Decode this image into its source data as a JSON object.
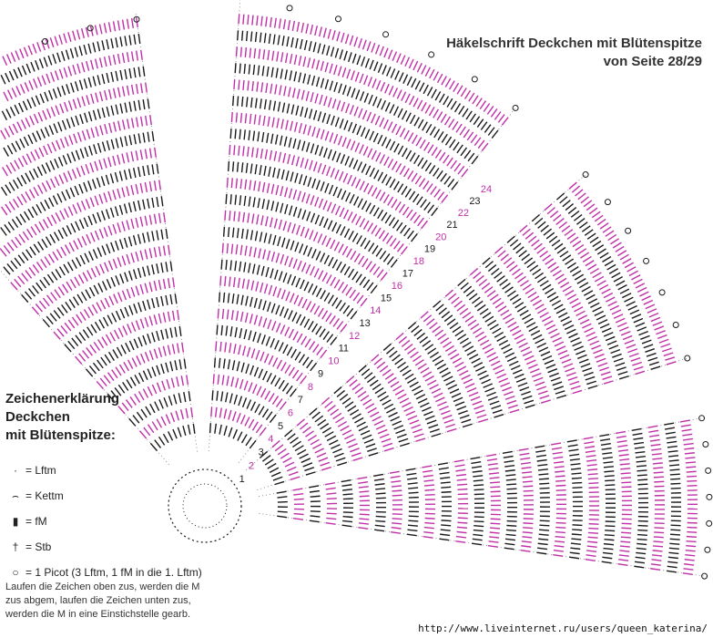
{
  "header": {
    "title_line1": "Häkelschrift Deckchen mit Blütenspitze",
    "title_line2": "von Seite 28/29"
  },
  "legend": {
    "title_line1": "Zeichenerklärung",
    "title_line2": "Deckchen",
    "title_line3": "mit Blütenspitze:",
    "items": [
      {
        "label": "= Lftm",
        "icon": "chain-dot-icon"
      },
      {
        "label": "= Kettm",
        "icon": "slip-stitch-arc-icon"
      },
      {
        "label": "= fM",
        "icon": "single-crochet-bar-icon"
      },
      {
        "label": "= Stb",
        "icon": "double-crochet-cross-icon"
      },
      {
        "label": "= 1 Picot (3 Lftm, 1 fM in die 1. Lftm)",
        "icon": "picot-ring-icon"
      }
    ]
  },
  "note": {
    "line1": "Laufen die Zeichen oben zus, werden die M",
    "line2": "zus abgem, laufen die Zeichen unten zus,",
    "line3": "werden die M in eine Einstichstelle gearb."
  },
  "round_numbers": [
    "1",
    "2",
    "3",
    "4",
    "5",
    "6",
    "7",
    "8",
    "9",
    "10",
    "11",
    "12",
    "13",
    "14",
    "15",
    "16",
    "17",
    "18",
    "19",
    "20",
    "21",
    "22",
    "23",
    "24"
  ],
  "colors": {
    "black_rounds": "#1a1a1a",
    "pink_rounds": "#c02fa8",
    "text": "#333333"
  },
  "watermark": "http://www.liveinternet.ru/users/queen_katerina/"
}
